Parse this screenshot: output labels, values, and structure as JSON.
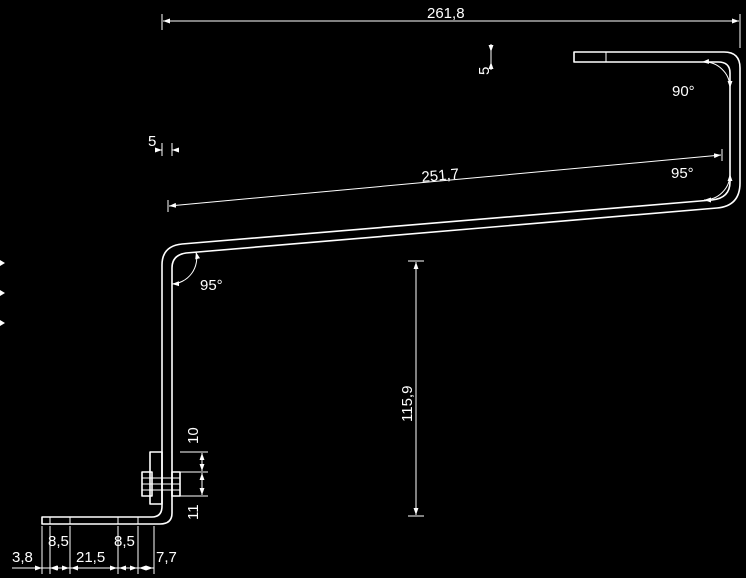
{
  "dimensions": {
    "overall_width": "261,8",
    "top_flange_thickness": "5",
    "left_offset": "5",
    "sloped_length": "251,7",
    "vertical_height": "115,9",
    "upper_right_angle": "90°",
    "lower_right_angle": "95°",
    "left_bend_angle": "95°",
    "bolt_gap": "10",
    "bolt_offset": "11",
    "foot_8_5_left": "8,5",
    "foot_8_5_right": "8,5",
    "foot_3_8": "3,8",
    "foot_21_5": "21,5",
    "foot_7_7": "7,7"
  }
}
